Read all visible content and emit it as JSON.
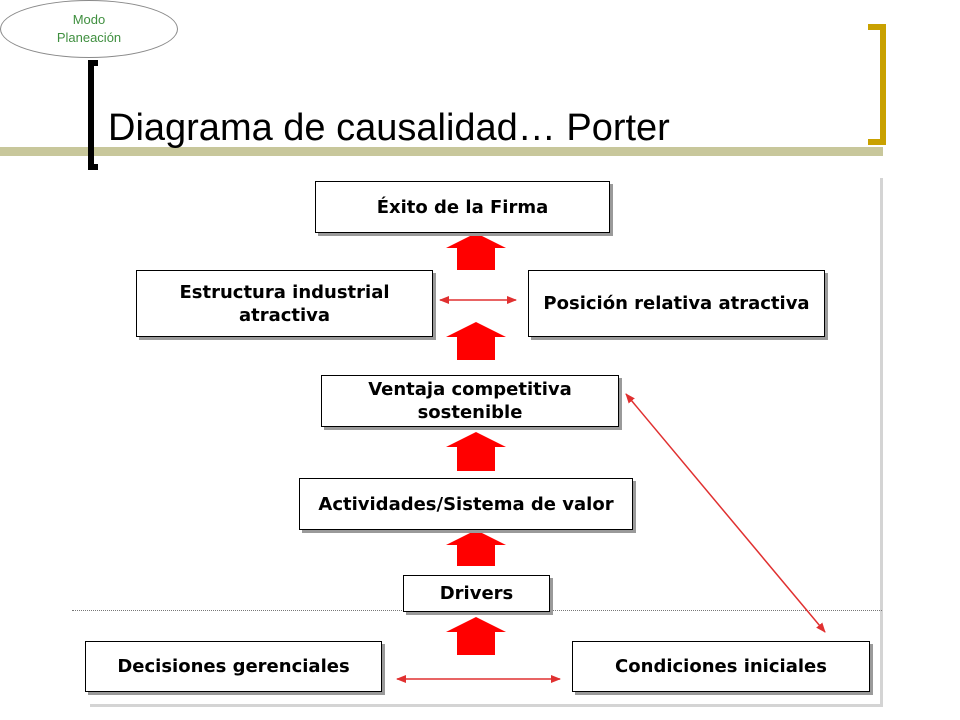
{
  "mode_badge": {
    "line1": "Modo",
    "line2": "Planeación"
  },
  "title": "Diagrama de causalidad… Porter",
  "boxes": {
    "exito": "Éxito de la Firma",
    "estructura": "Estructura industrial atractiva",
    "posicion": "Posición relativa atractiva",
    "ventaja": "Ventaja competitiva sostenible",
    "actividades": "Actividades/Sistema de valor",
    "drivers": "Drivers",
    "decisiones": "Decisiones gerenciales",
    "condiciones": "Condiciones iniciales"
  },
  "colors": {
    "arrow_red": "#ff0000",
    "line_red": "#e03030",
    "title_bracket": "#000000",
    "accent_bracket": "#c9a100",
    "olive_rule": "#c8c79b",
    "badge_text": "#3f8f3f"
  }
}
